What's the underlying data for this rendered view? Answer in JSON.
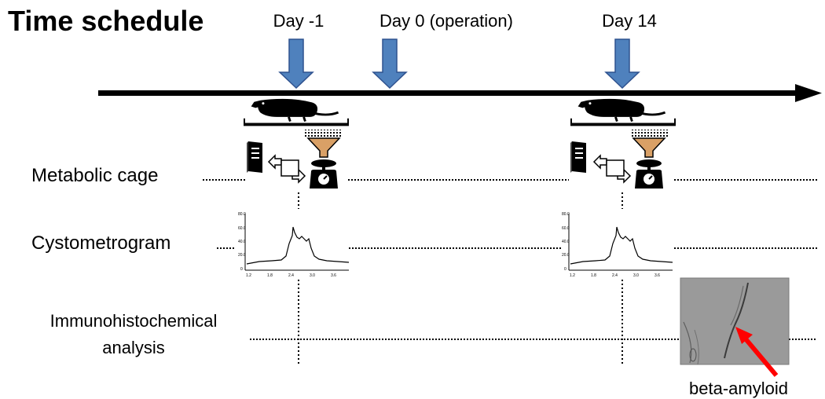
{
  "title": "Time schedule",
  "days": [
    {
      "label": "Day -1"
    },
    {
      "label": "Day 0 (operation)"
    },
    {
      "label": "Day 14"
    }
  ],
  "rows": {
    "metabolic": "Metabolic cage",
    "cystometrogram": "Cystometrogram",
    "ihc_line1": "Immunohistochemical",
    "ihc_line2": "analysis"
  },
  "caption": "beta-amyloid",
  "graph_ticks": {
    "y": [
      "80.0",
      "60.0",
      "40.0",
      "20.0",
      "0"
    ],
    "x": [
      "1.2",
      "1.8",
      "2.4",
      "3.0",
      "3.6"
    ]
  },
  "colors": {
    "arrow_fill": "#4f81bd",
    "arrow_stroke": "#2f528f",
    "funnel": "#d9a066",
    "red_arrow": "#ff0000",
    "micrograph_bg": "#9a9a9a"
  },
  "icons": {
    "rat": "rat-icon",
    "computer": "computer-icon",
    "funnel": "funnel-icon",
    "scale": "scale-icon"
  }
}
